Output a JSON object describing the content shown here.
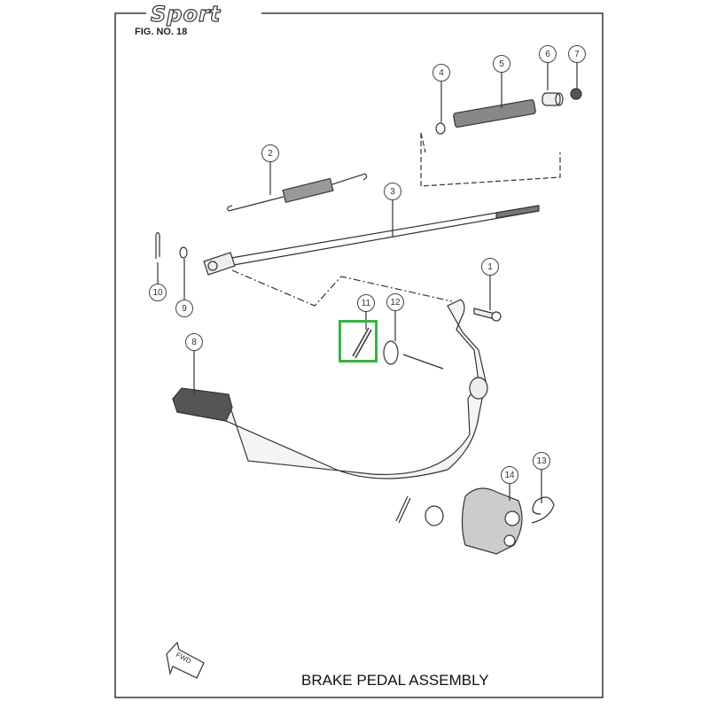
{
  "header": {
    "logo": "Sport",
    "figure_number": "FIG. NO. 18"
  },
  "title": "BRAKE PEDAL ASSEMBLY",
  "direction_label": "FWD",
  "highlight": {
    "part": "11",
    "color": "#3bb143"
  },
  "callouts": [
    "1",
    "2",
    "3",
    "4",
    "5",
    "6",
    "7",
    "8",
    "9",
    "10",
    "11",
    "12",
    "13",
    "14"
  ]
}
